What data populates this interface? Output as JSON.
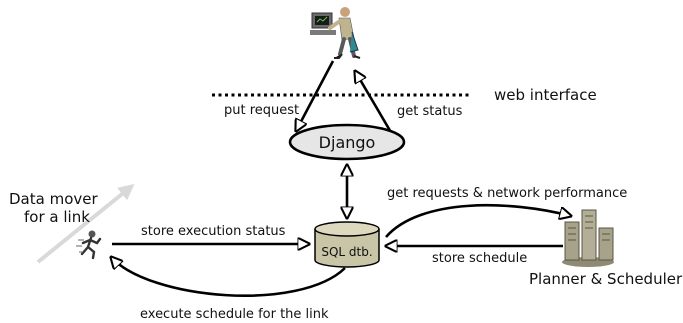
{
  "labels": {
    "web_interface": "web interface",
    "put_request": "put request",
    "get_status": "get status",
    "django": "Django",
    "data_mover_line1": "Data mover",
    "data_mover_line2": "for a link",
    "get_requests": "get requests & network performance",
    "store_execution_status": "store execution status",
    "sql_db": "SQL dtb.",
    "store_schedule": "store schedule",
    "planner_scheduler": "Planner & Scheduler",
    "execute_schedule": "execute schedule for the link"
  },
  "colors": {
    "line": "#000000",
    "ellipse_fill": "#e6e6e6",
    "db_fill": "#c9c6a8",
    "ghost_arrow": "#d9d9d9",
    "server_fill": "#a7a28a"
  },
  "icons": {
    "user": "user-at-computer-icon",
    "runner": "running-man-icon",
    "server": "server-cluster-icon",
    "database": "database-cylinder-icon"
  }
}
